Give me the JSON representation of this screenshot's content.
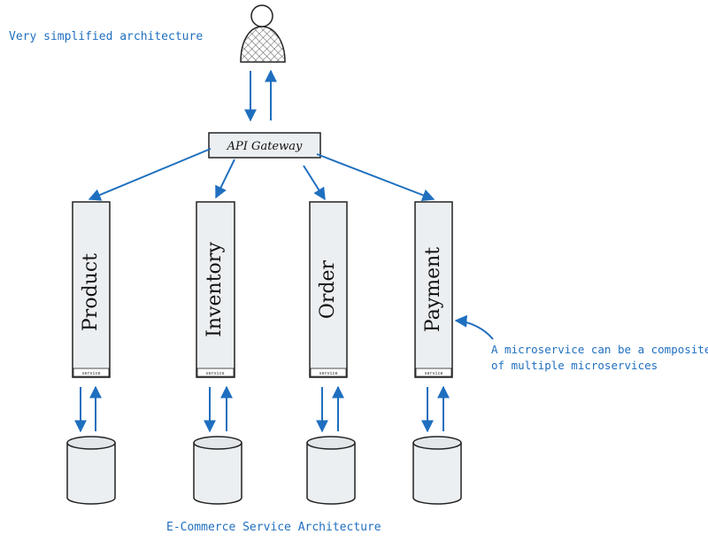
{
  "header_note": "Very simplified architecture",
  "gateway": {
    "label": "API Gateway"
  },
  "services": [
    {
      "name": "Product",
      "tag": "service"
    },
    {
      "name": "Inventory",
      "tag": "service"
    },
    {
      "name": "Order",
      "tag": "service"
    },
    {
      "name": "Payment",
      "tag": "service"
    }
  ],
  "callout": {
    "line1": "A microservice can be a composite",
    "line2": "of multiple microservices"
  },
  "caption": "E-Commerce Service Architecture",
  "colors": {
    "arrow": "#1f6fbf",
    "stroke": "#222222",
    "fill": "#eceff1",
    "text_blue": "#1f6fbf"
  },
  "icons": {
    "user": "user-icon",
    "database": "database-icon"
  }
}
